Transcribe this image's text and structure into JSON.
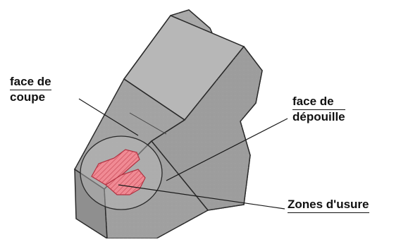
{
  "labels": {
    "cutting_face_line1": "face de",
    "cutting_face_line2": "coupe",
    "flank_face_line1": "face de",
    "flank_face_line2": "dépouille",
    "wear_zones": "Zones d'usure"
  },
  "colors": {
    "tool_face": "#a7a7a7",
    "tool_light": "#bcbcbc",
    "tool_dark": "#8f8f8f",
    "edge": "#2a2a2a",
    "wear_fill": "#f08a94",
    "wear_hatch": "#c2424f",
    "leader": "#1a1a1a"
  }
}
